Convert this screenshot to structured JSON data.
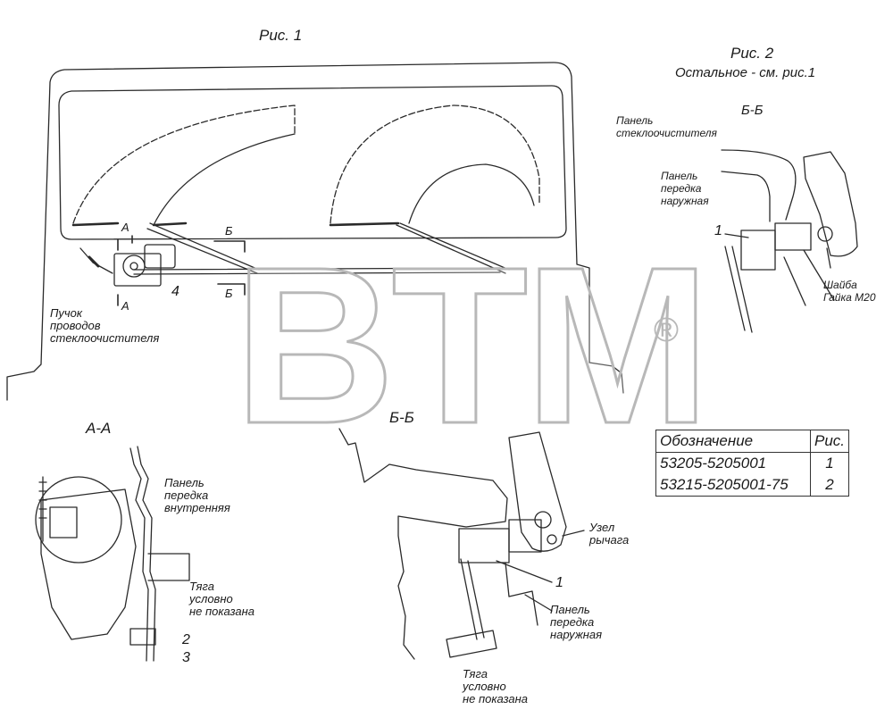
{
  "fig1": {
    "title": "Рис. 1",
    "section_a": "А",
    "section_b": "Б",
    "callout_4": "4",
    "harness_label": "Пучок\nпроводов\nстеклоочистителя"
  },
  "fig2": {
    "title": "Рис. 2",
    "subtitle": "Остальное - см. рис.1",
    "view_label": "Б-Б",
    "panel_wiper": "Панель\nстеклоочистителя",
    "panel_outer": "Панель\nпередка\nнаружная",
    "callout_1": "1",
    "washer_nut": "Шайба\nГайка М20"
  },
  "view_aa": {
    "title": "А-А",
    "panel_inner": "Панель\nпередка\nвнутренняя",
    "rod_note": "Тяга\nусловно\nне показана",
    "callout_2": "2",
    "callout_3": "3"
  },
  "view_bb": {
    "title": "Б-Б",
    "lever_unit": "Узел\nрычага",
    "callout_1": "1",
    "panel_outer": "Панель\nпередка\nнаружная",
    "rod_note": "Тяга\nусловно\nне показана"
  },
  "watermark": {
    "text": "BTM",
    "reg": "®"
  },
  "spec_table": {
    "headers": [
      "Обозначение",
      "Рис."
    ],
    "rows": [
      [
        "53205-5205001",
        "1"
      ],
      [
        "53215-5205001-75",
        "2"
      ]
    ]
  }
}
